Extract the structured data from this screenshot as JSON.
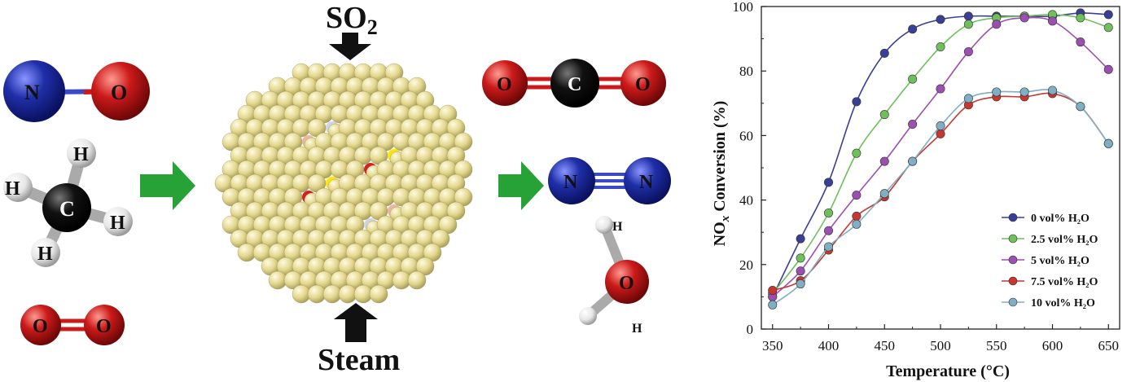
{
  "scene": {
    "reactants": {
      "no": {
        "atom1": "N",
        "atom2": "O"
      },
      "methane": {
        "center": "C",
        "h": [
          "H",
          "H",
          "H",
          "H"
        ]
      },
      "oxygen": {
        "atom1": "O",
        "atom2": "O"
      }
    },
    "inputs": {
      "top": {
        "base": "SO",
        "sub": "2"
      },
      "bottom": "Steam"
    },
    "products": {
      "co2": {
        "left": "O",
        "center": "C",
        "right": "O"
      },
      "n2": {
        "atom1": "N",
        "atom2": "N"
      },
      "water": {
        "center": "O",
        "h1": "H",
        "h2": "H"
      }
    },
    "colors": {
      "nitrogen": "#1f2fa8",
      "oxygen": "#cc1a1a",
      "carbon": "#111111",
      "hydrogen": "#f2f2f2",
      "catalyst": "#e6dc96",
      "arrow": "#27a237"
    }
  },
  "chart_data": {
    "type": "line",
    "xlabel": "Temperature (°C)",
    "ylabel": {
      "base": "NO",
      "sub": "x",
      "rest": " Conversion (%)"
    },
    "xlim": [
      340,
      660
    ],
    "ylim": [
      0,
      100
    ],
    "xticks": [
      "350",
      "400",
      "450",
      "500",
      "550",
      "600",
      "650"
    ],
    "yticks": [
      "0",
      "20",
      "40",
      "60",
      "80",
      "100"
    ],
    "grid": false,
    "legend_position": "bottom-right",
    "x": [
      350,
      375,
      400,
      425,
      450,
      475,
      500,
      525,
      550,
      575,
      600,
      625,
      650
    ],
    "series": [
      {
        "name": "0 vol% H₂O",
        "color": "#3a3f96",
        "values": [
          10,
          28,
          45.5,
          70.5,
          85.5,
          93,
          96,
          97,
          97,
          97,
          97,
          98,
          97.5
        ]
      },
      {
        "name": "2.5 vol% H₂O",
        "color": "#6fbf5a",
        "values": [
          11,
          22,
          36,
          54.5,
          66.5,
          77.5,
          87.5,
          94.5,
          96.5,
          97,
          97.5,
          96.5,
          93.5
        ]
      },
      {
        "name": "5 vol% H₂O",
        "color": "#9b4fb0",
        "values": [
          10,
          18,
          30.5,
          41.5,
          52,
          63.5,
          74.5,
          86,
          94.5,
          96.5,
          95.5,
          89,
          80.5
        ]
      },
      {
        "name": "7.5 vol% H₂O",
        "color": "#c8372f",
        "values": [
          12,
          15,
          24.5,
          35,
          41,
          52,
          60.5,
          69.5,
          72,
          72,
          73,
          69,
          57.5
        ]
      },
      {
        "name": "10 vol% H₂O",
        "color": "#7fafc4",
        "values": [
          7.5,
          14,
          25.5,
          32.5,
          42,
          52,
          63,
          71.5,
          73.5,
          73.5,
          74,
          69,
          57.5
        ]
      }
    ]
  }
}
